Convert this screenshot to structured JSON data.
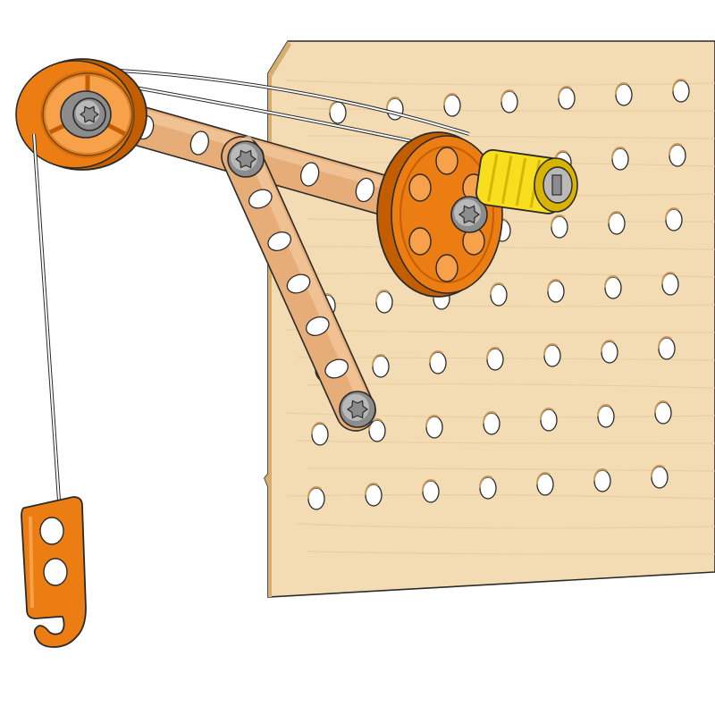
{
  "colors": {
    "background": "#ffffff",
    "board": "#f3dcb4",
    "board_shade": "#e6c896",
    "board_edge": "#d6ae72",
    "hole": "#ffffff",
    "hole_shadow": "#c99a5c",
    "beam": "#e6ad78",
    "beam_light": "#f2c698",
    "orange": "#ec7d12",
    "orange_dark": "#c25e00",
    "orange_light": "#f7a24b",
    "screw": "#8c8c8c",
    "screw_light": "#b9b9b9",
    "yellow": "#f7df1d",
    "yellow_dark": "#d8b400",
    "string": "#ffffff",
    "outline": "#2a2a2a"
  },
  "parts": {
    "pegboard": "pegboard",
    "upper_beam": "wooden-beam",
    "diagonal_beam": "wooden-beam",
    "guide_pulley": "pulley-wheel",
    "winch_drum": "winch-drum",
    "crank_handle": "crank-handle",
    "string": "string",
    "hook": "hook",
    "bolts": "bolt-icon"
  }
}
